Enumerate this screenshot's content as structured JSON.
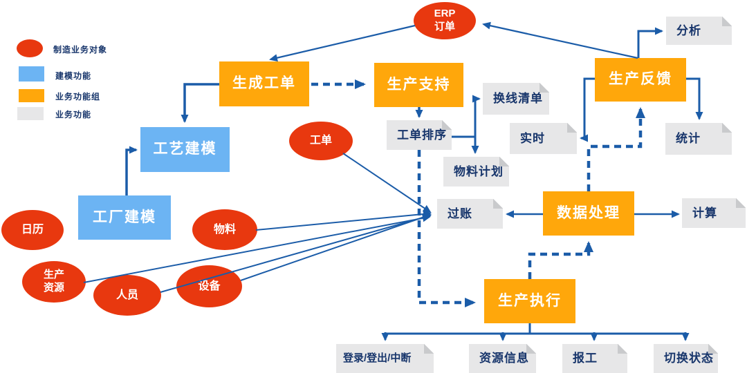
{
  "colors": {
    "object_red": "#e8380f",
    "modeling_blue": "#6cb4f3",
    "function_group_orange": "#ffa70b",
    "function_gray": "#e7e7e8",
    "arrow_blue": "#1b5ca8",
    "label_navy": "#17356b",
    "node_text_white": "#ffffff"
  },
  "legend": {
    "items": [
      {
        "shape": "ellipse",
        "color": "#e8380f",
        "label": "制造业务对象"
      },
      {
        "shape": "rect",
        "color": "#6cb4f3",
        "label": "建模功能"
      },
      {
        "shape": "rect",
        "color": "#ffa70b",
        "label": "业务功能组"
      },
      {
        "shape": "rect",
        "color": "#e7e7e8",
        "label": "业务功能"
      }
    ]
  },
  "nodes": {
    "erp_order": {
      "kind": "business-object",
      "lines": [
        "ERP",
        "订单"
      ]
    },
    "work_order": {
      "kind": "business-object",
      "label": "工单"
    },
    "calendar": {
      "kind": "business-object",
      "label": "日历"
    },
    "material": {
      "kind": "business-object",
      "label": "物料"
    },
    "production_resource": {
      "kind": "business-object",
      "lines": [
        "生产",
        "资源"
      ]
    },
    "personnel": {
      "kind": "business-object",
      "label": "人员"
    },
    "equipment": {
      "kind": "business-object",
      "label": "设备"
    },
    "process_modeling": {
      "kind": "modeling-function",
      "label": "工艺建模"
    },
    "factory_modeling": {
      "kind": "modeling-function",
      "label": "工厂建模"
    },
    "generate_work_order": {
      "kind": "function-group",
      "label": "生成工单"
    },
    "production_support": {
      "kind": "function-group",
      "label": "生产支持"
    },
    "production_feedback": {
      "kind": "function-group",
      "label": "生产反馈"
    },
    "data_processing": {
      "kind": "function-group",
      "label": "数据处理"
    },
    "production_execution": {
      "kind": "function-group",
      "label": "生产执行"
    },
    "analysis": {
      "kind": "business-function",
      "label": "分析"
    },
    "changeover_list": {
      "kind": "business-function",
      "label": "换线清单"
    },
    "realtime": {
      "kind": "business-function",
      "label": "实时"
    },
    "work_order_sorting": {
      "kind": "business-function",
      "label": "工单排序"
    },
    "material_planning": {
      "kind": "business-function",
      "label": "物料计划"
    },
    "posting": {
      "kind": "business-function",
      "label": "过账"
    },
    "statistics": {
      "kind": "business-function",
      "label": "统计"
    },
    "calculation": {
      "kind": "business-function",
      "label": "计算"
    },
    "login_logout_interrupt": {
      "kind": "business-function",
      "label": "登录/登出/中断"
    },
    "resource_info": {
      "kind": "business-function",
      "label": "资源信息"
    },
    "report_work": {
      "kind": "business-function",
      "label": "报工"
    },
    "switch_status": {
      "kind": "business-function",
      "label": "切换状态"
    }
  }
}
